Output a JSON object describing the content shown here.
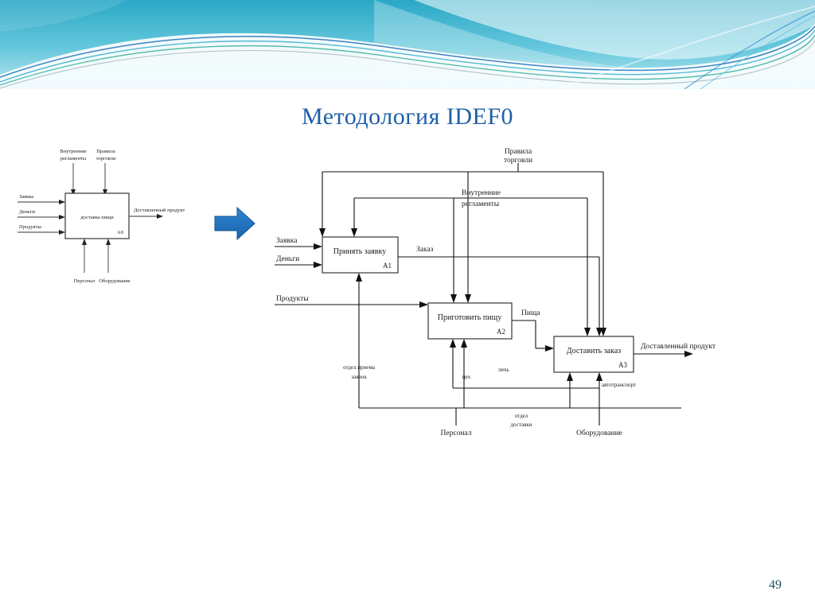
{
  "slide": {
    "title": "Методология IDEF0",
    "page_number": "49",
    "title_color": "#1f5fa9",
    "page_number_color": "#1f5060",
    "connector_arrow_color": "#1f72c4"
  },
  "context_diagram": {
    "name": "A0 context diagram",
    "box": {
      "label": "доставка пищи",
      "code": "A0"
    },
    "inputs": [
      {
        "label": "Заявка"
      },
      {
        "label": "Деньги"
      },
      {
        "label": "Продукты"
      }
    ],
    "controls": [
      {
        "label_line1": "Внутренние",
        "label_line2": "регламенты"
      },
      {
        "label_line1": "Правила",
        "label_line2": "торговли"
      }
    ],
    "outputs": [
      {
        "label": "Доставленный продукт"
      }
    ],
    "mechanisms": [
      {
        "label": "Персонал"
      },
      {
        "label": "Оборудование"
      }
    ]
  },
  "decomposition_diagram": {
    "name": "A0 decomposition diagram",
    "boxes": [
      {
        "label": "Принять заявку",
        "code": "A1"
      },
      {
        "label": "Приготовить пищу",
        "code": "A2"
      },
      {
        "label": "Доставить заказ",
        "code": "A3"
      }
    ],
    "inputs": [
      {
        "label": "Заявка"
      },
      {
        "label": "Деньги"
      },
      {
        "label": "Продукты"
      }
    ],
    "controls": [
      {
        "label_line1": "Правила",
        "label_line2": "торговли"
      },
      {
        "label_line1": "Внутренние",
        "label_line2": "регламенты"
      }
    ],
    "intermediate_flows": [
      {
        "label": "Заказ"
      },
      {
        "label": "Пища"
      }
    ],
    "outputs": [
      {
        "label": "Доставленный продукт"
      }
    ],
    "mechanisms": [
      {
        "label": "Персонал"
      },
      {
        "label": "Оборудование"
      }
    ],
    "mechanism_branches": [
      {
        "label_line1": "отдел приема",
        "label_line2": "заявок"
      },
      {
        "label_line1": "цех",
        "label_line2": ""
      },
      {
        "label_line1": "печь",
        "label_line2": ""
      },
      {
        "label_line1": "отдел",
        "label_line2": "доставки"
      },
      {
        "label_line1": "автотранспорт",
        "label_line2": ""
      }
    ]
  }
}
